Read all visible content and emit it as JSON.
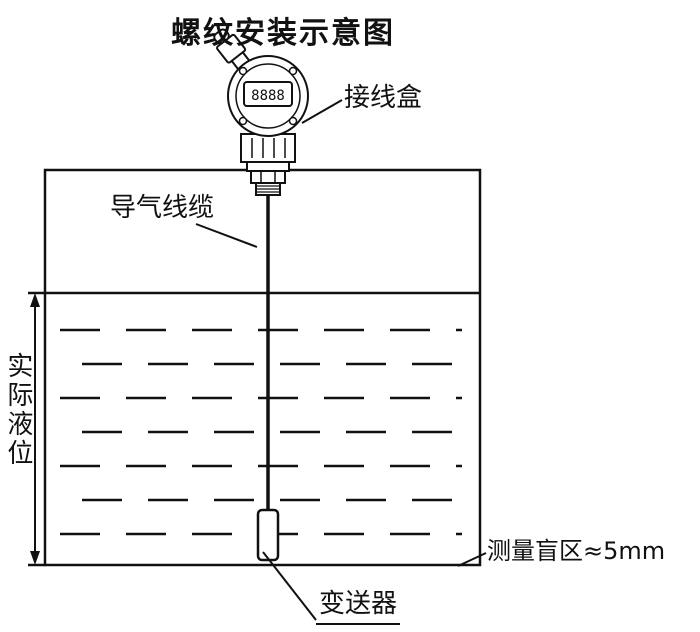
{
  "title": "螺纹安装示意图",
  "display_value": "8888",
  "labels": {
    "junction_box": "接线盒",
    "air_cable": "导气线缆",
    "actual_level": "实际液位",
    "blind_zone": "测量盲区≈5mm",
    "transmitter": "变送器"
  },
  "colors": {
    "ink": "#111111",
    "background": "#ffffff"
  }
}
